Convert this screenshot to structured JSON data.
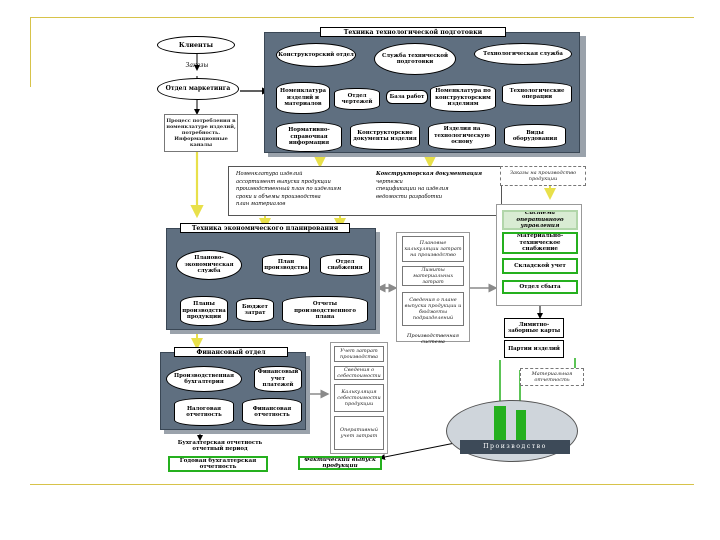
{
  "clients": "Клиенты",
  "orders": "Заказы",
  "marketing": "Отдел маркетинга",
  "client_need_box": "Процесс потребления в номенклатуре изделий, потребность. Информационные каналы",
  "tech_prep": {
    "title": "Техника технологической подготовки",
    "units": {
      "design": "Конструкторский отдел",
      "tech_service": "Служба технической подготовки",
      "technologist": "Технологическая служба",
      "nomenclature": "Номенклатура изделий и материалов",
      "drawings": "Отдел чертежей",
      "works": "База работ",
      "nomenclature_docs": "Номенклатура по конструкторским изделиям",
      "tech_cards": "Технологические операции",
      "normative": "Нормативно-справочная информация",
      "doc_files": "Конструкторские документы изделия",
      "tech_items": "Изделия на технологическую основу",
      "equipment": "Виды оборудования"
    }
  },
  "middle_box": {
    "left_lines": [
      "Номенклатура изделий",
      "ассортимент выпуска продукции",
      "производственный план по изделиям",
      "сроки и объемы производства",
      "план материалов"
    ],
    "right_title": "Конструкторская документация",
    "right_lines": [
      "чертежи",
      "спецификации на изделия",
      "ведомости разработки"
    ]
  },
  "planning": {
    "title": "Техника экономического планирования",
    "units": {
      "plan_dept": "Планово-экономическая служба",
      "production_plan": "План производства",
      "supply": "Отдел снабжения",
      "plans_db": "Планы производства продукции",
      "budget": "Бюджет затрат",
      "accounting_reports": "Отчеты производственного плана"
    }
  },
  "center_notes": [
    "Плановые калькуляции затрат на производство",
    "Лимиты материальных затрат",
    "Сведения о плане выпуска продукции и бюджеты подразделений"
  ],
  "center_bottom_label": "Производственная система",
  "right_chain": {
    "top_note": "Заказы на производство продукции",
    "header": "Система оперативного управления",
    "mto": "Материально-техническое снабжение",
    "warehouse": "Складской учет",
    "sales": "Отдел сбыта",
    "cards": "Лимитно-заборные карты",
    "batches": "Партии изделий",
    "bottom_note": "Материальная отчетность"
  },
  "finance": {
    "title": "Финансовый отдел",
    "units": {
      "accounting": "Производственная бухгалтерия",
      "payments": "Финансовый учет платежей",
      "taxes": "Налоговая отчетность",
      "financial_report": "Финансовая отчетность"
    }
  },
  "finance_notes": [
    "Учет затрат производства",
    "Сведения о себестоимости",
    "Калькуляция себестоимости продукции",
    "Оперативный учет затрат"
  ],
  "acc_report": "Бухгалтерская отчетность отчетный период",
  "acc_report2": "Годовая бухгалтерская отчетность",
  "production_label": "Производство",
  "bottom_center_note": "Фактический выпуск продукции"
}
